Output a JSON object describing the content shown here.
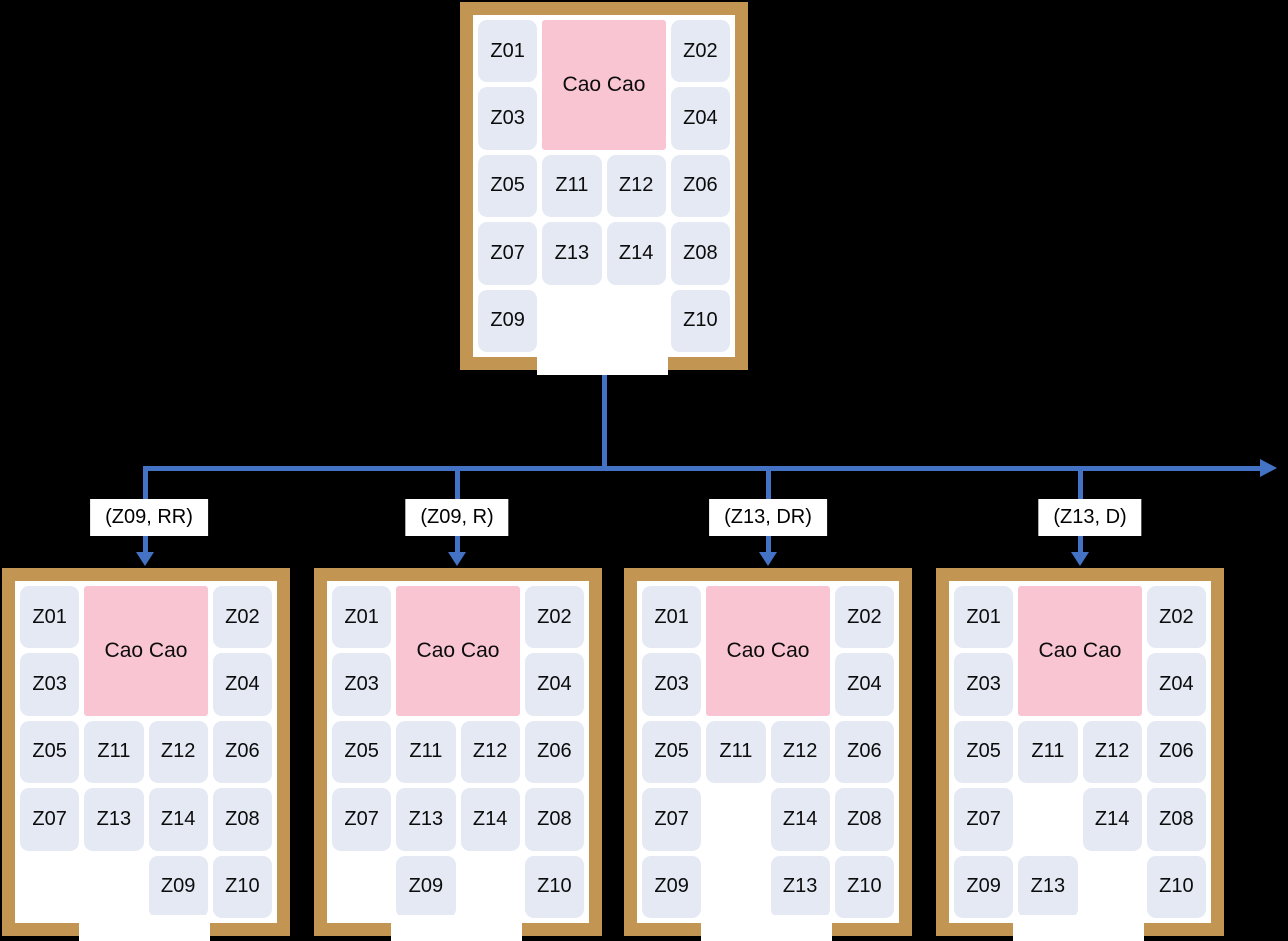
{
  "colors": {
    "background": "#000000",
    "frame": "#C29552",
    "tile": "#E4E9F4",
    "cao": "#F9C5D3",
    "arrow": "#4472C4",
    "label_bg": "#FFFFFF",
    "text": "#000000"
  },
  "edges": [
    {
      "move": "(Z09, RR)"
    },
    {
      "move": "(Z09, R)"
    },
    {
      "move": "(Z13, DR)"
    },
    {
      "move": "(Z13, D)"
    }
  ],
  "boards": {
    "root": {
      "cao": "Cao Cao",
      "tiles": [
        {
          "label": "Z01",
          "row": 1,
          "col": 1
        },
        {
          "label": "Z02",
          "row": 1,
          "col": 4
        },
        {
          "label": "Z03",
          "row": 2,
          "col": 1
        },
        {
          "label": "Z04",
          "row": 2,
          "col": 4
        },
        {
          "label": "Z05",
          "row": 3,
          "col": 1
        },
        {
          "label": "Z11",
          "row": 3,
          "col": 2
        },
        {
          "label": "Z12",
          "row": 3,
          "col": 3
        },
        {
          "label": "Z06",
          "row": 3,
          "col": 4
        },
        {
          "label": "Z07",
          "row": 4,
          "col": 1
        },
        {
          "label": "Z13",
          "row": 4,
          "col": 2
        },
        {
          "label": "Z14",
          "row": 4,
          "col": 3
        },
        {
          "label": "Z08",
          "row": 4,
          "col": 4
        },
        {
          "label": "Z09",
          "row": 5,
          "col": 1
        },
        {
          "label": "Z10",
          "row": 5,
          "col": 4
        }
      ]
    },
    "children": [
      {
        "cao": "Cao Cao",
        "tiles": [
          {
            "label": "Z01",
            "row": 1,
            "col": 1
          },
          {
            "label": "Z02",
            "row": 1,
            "col": 4
          },
          {
            "label": "Z03",
            "row": 2,
            "col": 1
          },
          {
            "label": "Z04",
            "row": 2,
            "col": 4
          },
          {
            "label": "Z05",
            "row": 3,
            "col": 1
          },
          {
            "label": "Z11",
            "row": 3,
            "col": 2
          },
          {
            "label": "Z12",
            "row": 3,
            "col": 3
          },
          {
            "label": "Z06",
            "row": 3,
            "col": 4
          },
          {
            "label": "Z07",
            "row": 4,
            "col": 1
          },
          {
            "label": "Z13",
            "row": 4,
            "col": 2
          },
          {
            "label": "Z14",
            "row": 4,
            "col": 3
          },
          {
            "label": "Z08",
            "row": 4,
            "col": 4
          },
          {
            "label": "Z09",
            "row": 5,
            "col": 3
          },
          {
            "label": "Z10",
            "row": 5,
            "col": 4
          }
        ]
      },
      {
        "cao": "Cao Cao",
        "tiles": [
          {
            "label": "Z01",
            "row": 1,
            "col": 1
          },
          {
            "label": "Z02",
            "row": 1,
            "col": 4
          },
          {
            "label": "Z03",
            "row": 2,
            "col": 1
          },
          {
            "label": "Z04",
            "row": 2,
            "col": 4
          },
          {
            "label": "Z05",
            "row": 3,
            "col": 1
          },
          {
            "label": "Z11",
            "row": 3,
            "col": 2
          },
          {
            "label": "Z12",
            "row": 3,
            "col": 3
          },
          {
            "label": "Z06",
            "row": 3,
            "col": 4
          },
          {
            "label": "Z07",
            "row": 4,
            "col": 1
          },
          {
            "label": "Z13",
            "row": 4,
            "col": 2
          },
          {
            "label": "Z14",
            "row": 4,
            "col": 3
          },
          {
            "label": "Z08",
            "row": 4,
            "col": 4
          },
          {
            "label": "Z09",
            "row": 5,
            "col": 2
          },
          {
            "label": "Z10",
            "row": 5,
            "col": 4
          }
        ]
      },
      {
        "cao": "Cao Cao",
        "tiles": [
          {
            "label": "Z01",
            "row": 1,
            "col": 1
          },
          {
            "label": "Z02",
            "row": 1,
            "col": 4
          },
          {
            "label": "Z03",
            "row": 2,
            "col": 1
          },
          {
            "label": "Z04",
            "row": 2,
            "col": 4
          },
          {
            "label": "Z05",
            "row": 3,
            "col": 1
          },
          {
            "label": "Z11",
            "row": 3,
            "col": 2
          },
          {
            "label": "Z12",
            "row": 3,
            "col": 3
          },
          {
            "label": "Z06",
            "row": 3,
            "col": 4
          },
          {
            "label": "Z07",
            "row": 4,
            "col": 1
          },
          {
            "label": "Z14",
            "row": 4,
            "col": 3
          },
          {
            "label": "Z08",
            "row": 4,
            "col": 4
          },
          {
            "label": "Z09",
            "row": 5,
            "col": 1
          },
          {
            "label": "Z13",
            "row": 5,
            "col": 3
          },
          {
            "label": "Z10",
            "row": 5,
            "col": 4
          }
        ]
      },
      {
        "cao": "Cao Cao",
        "tiles": [
          {
            "label": "Z01",
            "row": 1,
            "col": 1
          },
          {
            "label": "Z02",
            "row": 1,
            "col": 4
          },
          {
            "label": "Z03",
            "row": 2,
            "col": 1
          },
          {
            "label": "Z04",
            "row": 2,
            "col": 4
          },
          {
            "label": "Z05",
            "row": 3,
            "col": 1
          },
          {
            "label": "Z11",
            "row": 3,
            "col": 2
          },
          {
            "label": "Z12",
            "row": 3,
            "col": 3
          },
          {
            "label": "Z06",
            "row": 3,
            "col": 4
          },
          {
            "label": "Z07",
            "row": 4,
            "col": 1
          },
          {
            "label": "Z14",
            "row": 4,
            "col": 3
          },
          {
            "label": "Z08",
            "row": 4,
            "col": 4
          },
          {
            "label": "Z09",
            "row": 5,
            "col": 1
          },
          {
            "label": "Z13",
            "row": 5,
            "col": 2
          },
          {
            "label": "Z10",
            "row": 5,
            "col": 4
          }
        ]
      }
    ]
  }
}
